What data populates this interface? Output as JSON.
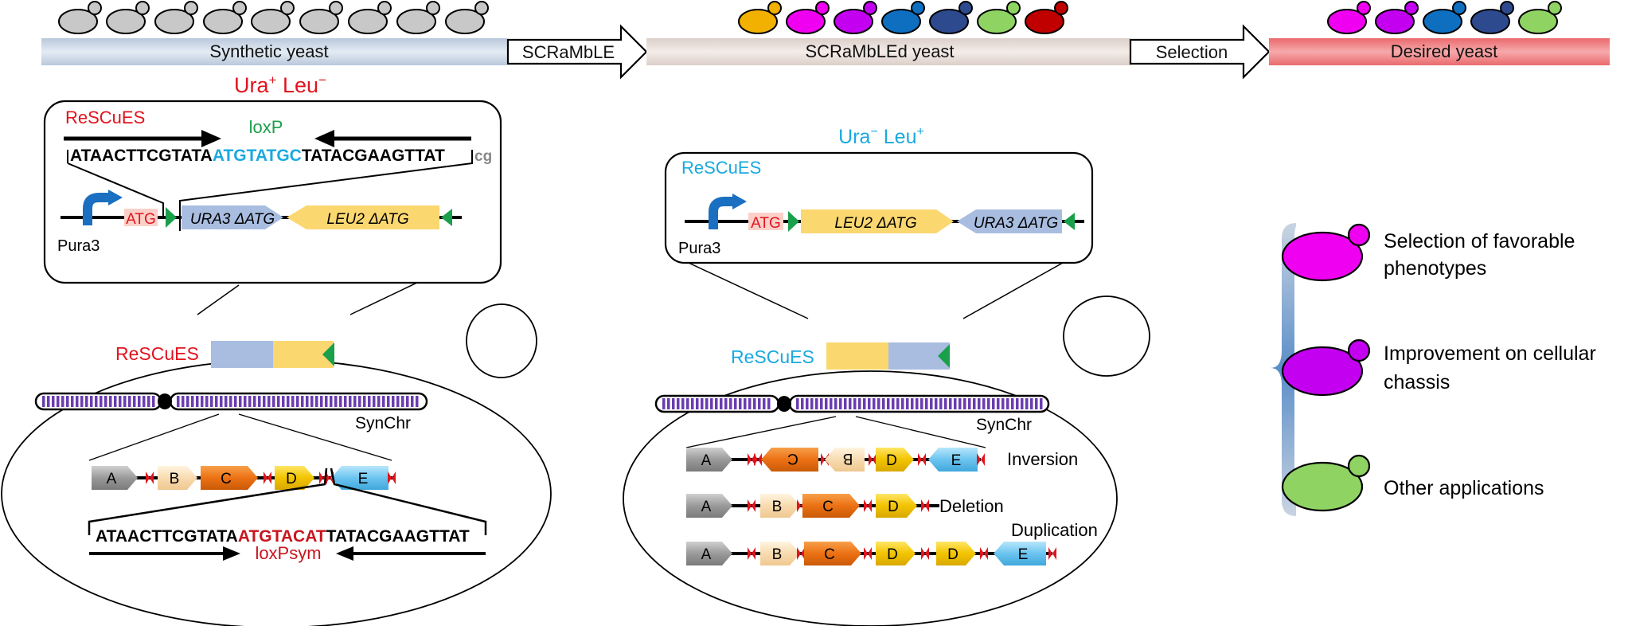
{
  "colors": {
    "red": "#e0141e",
    "cyan": "#1aa9e0",
    "green": "#1aa04a",
    "lox_blue": "#1aa9e0",
    "lox_red": "#c8141e",
    "ura3": "#a8bde0",
    "leu2": "#fbd770",
    "desired": "#ee7b7e",
    "magenta": "#f000f0",
    "purple": "#c400f0",
    "light_green": "#8fd462"
  },
  "pipeline": {
    "synthetic": "Synthetic yeast",
    "scramble_arrow": "SCRaMbLE",
    "scrambled": "SCRaMbLEd yeast",
    "selection_arrow": "Selection",
    "desired": "Desired yeast"
  },
  "left": {
    "phenotype": {
      "ura": "Ura",
      "ura_sup": "+",
      "leu": " Leu",
      "leu_sup": "−"
    },
    "box": {
      "rescues": "ReSCuES",
      "loxp": "loxP",
      "seq_a": "ATAACTTCGTATA",
      "seq_b": "ATGTATGC",
      "seq_c": "TATACGAAGTTAT",
      "seq_d": "cg",
      "atg": "ATG",
      "ura3": "URA3 ΔATG",
      "leu2": "LEU2 ΔATG",
      "promoter": "Pura3"
    },
    "cell": {
      "rescues": "ReSCuES",
      "synchr": "SynChr",
      "genes": [
        "A",
        "B",
        "C",
        "D",
        "E"
      ],
      "seq_a": "ATAACTTCGTATA",
      "seq_b": "ATGTACAT",
      "seq_c": "TATACGAAGTTAT",
      "loxpsym": "loxPsym"
    }
  },
  "right": {
    "phenotype": {
      "ura": "Ura",
      "ura_sup": "−",
      "leu": " Leu",
      "leu_sup": "+"
    },
    "box": {
      "rescues": "ReSCuES",
      "atg": "ATG",
      "leu2": "LEU2 ΔATG",
      "ura3": "URA3 ΔATG",
      "promoter": "Pura3"
    },
    "cell": {
      "rescues": "ReSCuES",
      "synchr": "SynChr",
      "inversion": "Inversion",
      "deletion": "Deletion",
      "duplication": "Duplication",
      "inv_genes": [
        "A",
        "C",
        "B",
        "D",
        "E"
      ],
      "del_genes": [
        "A",
        "B",
        "C",
        "D"
      ],
      "dup_genes": [
        "A",
        "B",
        "C",
        "D",
        "D",
        "E"
      ]
    }
  },
  "legend": {
    "item1_line1": "Selection of favorable",
    "item1_line2": "phenotypes",
    "item2_line1": "Improvement on cellular",
    "item2_line2": "chassis",
    "item3": "Other applications"
  }
}
